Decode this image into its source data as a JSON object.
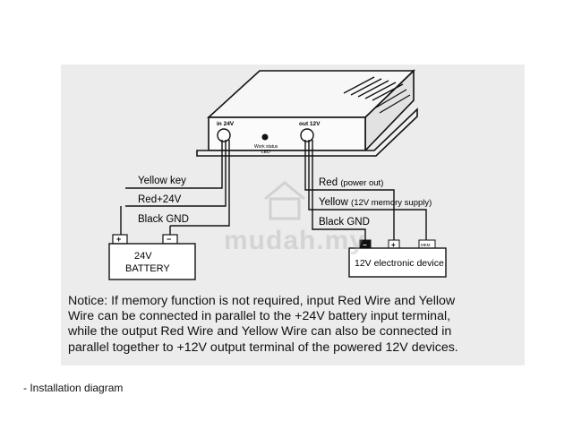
{
  "device": {
    "input_label": "in 24V",
    "output_label": "out 12V",
    "led_label_line1": "Work status",
    "led_label_line2": "LED"
  },
  "input_wires": {
    "yellow_key": "Yellow key",
    "red_24v": "Red+24V",
    "black_gnd": "Black GND"
  },
  "output_wires": {
    "red_prefix": "Red",
    "red_note": "(power out)",
    "yellow_prefix": "Yellow",
    "yellow_note": "(12V memory supply)",
    "black_gnd": "Black GND"
  },
  "battery": {
    "voltage": "24V",
    "name": "BATTERY",
    "plus": "+",
    "minus": "−"
  },
  "load": {
    "name": "12V electronic device",
    "terminal_mem": "MEM"
  },
  "watermark": "mudah.my",
  "notice_lines": [
    "Notice: If memory function is not required, input Red Wire and Yellow",
    "Wire can be connected in parallel to the +24V battery input terminal,",
    "while the output Red Wire and Yellow Wire can also be connected in",
    "parallel together to +12V output terminal of the powered 12V devices."
  ],
  "caption": "- Installation diagram"
}
